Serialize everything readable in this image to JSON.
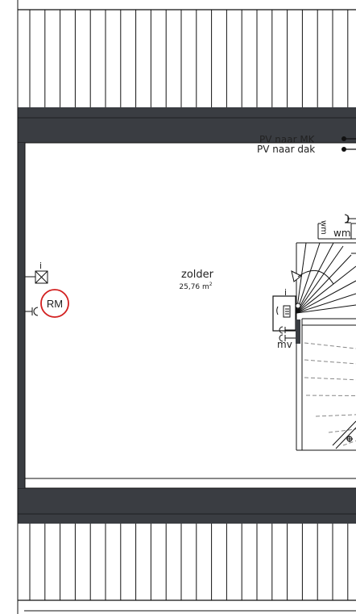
{
  "plan": {
    "room": {
      "name": "zolder",
      "area": "25,76 m",
      "area_sup": "2"
    },
    "pv_labels": {
      "pv_mk": "PV naar MK",
      "pv_dak": "PV naar dak"
    },
    "symbols": {
      "smoke_detector": "RM",
      "switch_i_left": "i",
      "switch_i_stair": "i",
      "wm_vertical": "wm",
      "wm_horizontal": "wm",
      "mv": "mv"
    },
    "colors": {
      "wall": "#3a3d42",
      "wall_edge": "#1e2023",
      "line": "#111111",
      "accent_red": "#d21f1f"
    }
  }
}
